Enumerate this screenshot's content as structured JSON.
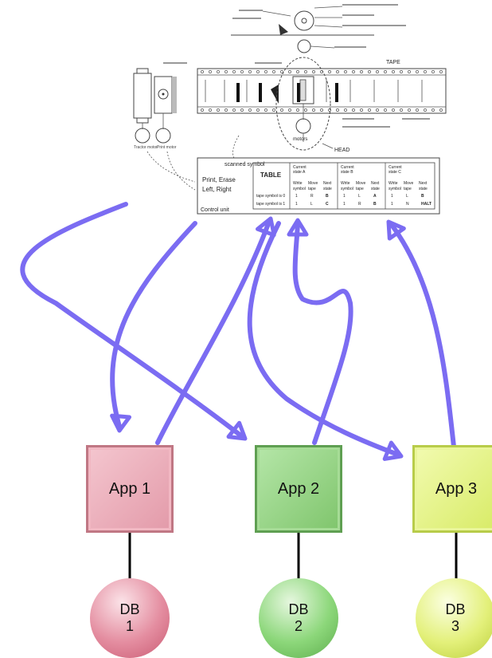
{
  "machine": {
    "labels": {
      "tape": "TAPE",
      "head": "HEAD",
      "motors": "motors",
      "tractor_motor": "Tractor motor",
      "print_motor": "Print motor",
      "scanned_symbol": "scanned symbol",
      "print_erase": "Print, Erase",
      "left_right": "Left, Right",
      "control_unit": "Control unit"
    },
    "table": {
      "title": "TABLE",
      "states": [
        "Current state A",
        "Current state B",
        "Current state C"
      ],
      "col_headers": [
        "Write symbol",
        "Move tape",
        "Next state"
      ],
      "row_labels": [
        "tape symbol is 0",
        "tape symbol is 1"
      ],
      "rows": [
        [
          "1",
          "R",
          "B",
          "1",
          "L",
          "A",
          "1",
          "L",
          "B"
        ],
        [
          "1",
          "L",
          "C",
          "1",
          "R",
          "B",
          "1",
          "N",
          "HALT"
        ]
      ]
    }
  },
  "apps": [
    {
      "label": "App 1"
    },
    {
      "label": "App 2"
    },
    {
      "label": "App 3"
    }
  ],
  "databases": [
    {
      "line1": "DB",
      "line2": "1"
    },
    {
      "line1": "DB",
      "line2": "2"
    },
    {
      "line1": "DB",
      "line2": "3"
    }
  ],
  "colors": {
    "arrow": "#7b6cf2",
    "app1": "#e8a3b0",
    "app2": "#8fcf7f",
    "app3": "#dff07a"
  }
}
